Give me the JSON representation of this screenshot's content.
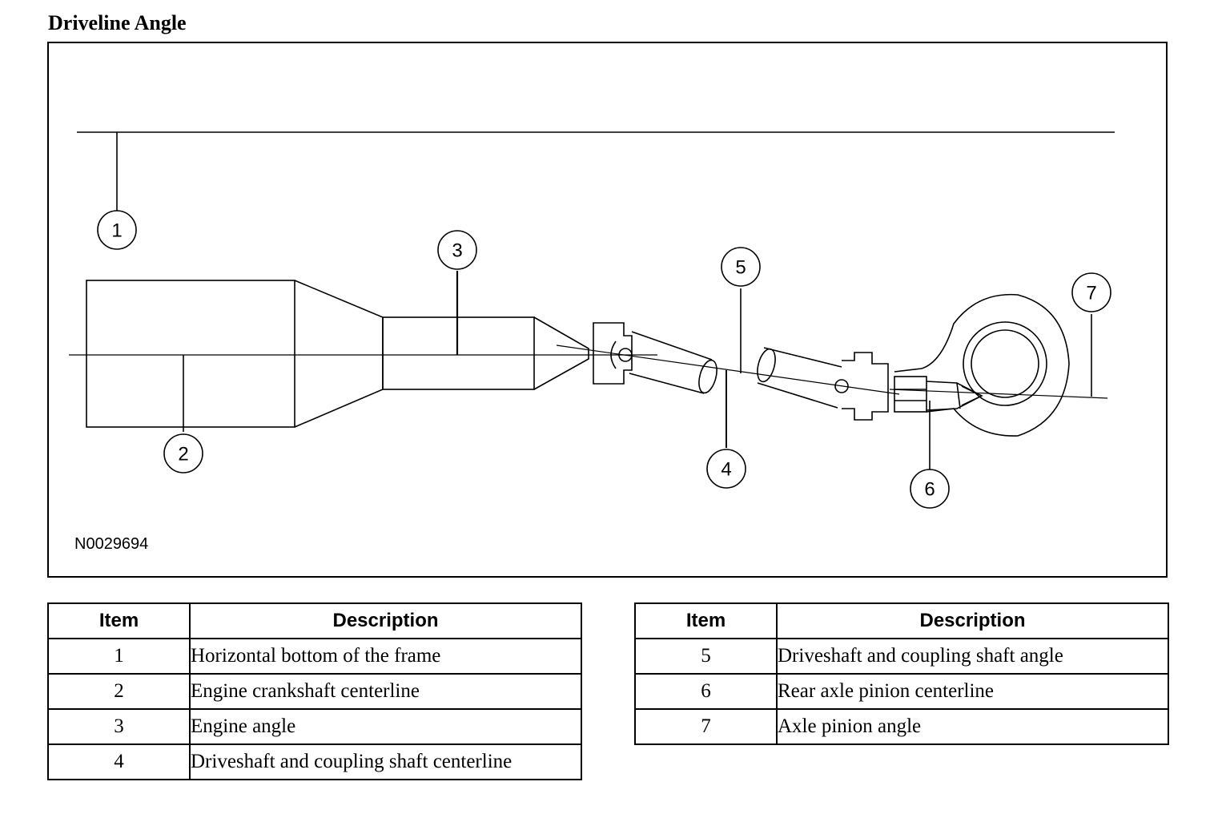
{
  "title": "Driveline Angle",
  "figure": {
    "id": "N0029694",
    "callouts": [
      "1",
      "2",
      "3",
      "4",
      "5",
      "6",
      "7"
    ]
  },
  "tables": {
    "header_item": "Item",
    "header_description": "Description",
    "left_rows": [
      {
        "item": "1",
        "description": "Horizontal bottom of the frame"
      },
      {
        "item": "2",
        "description": "Engine crankshaft centerline"
      },
      {
        "item": "3",
        "description": "Engine angle"
      },
      {
        "item": "4",
        "description": "Driveshaft and coupling shaft centerline"
      }
    ],
    "right_rows": [
      {
        "item": "5",
        "description": "Driveshaft and coupling shaft angle"
      },
      {
        "item": "6",
        "description": "Rear axle pinion centerline"
      },
      {
        "item": "7",
        "description": "Axle pinion angle"
      }
    ]
  }
}
